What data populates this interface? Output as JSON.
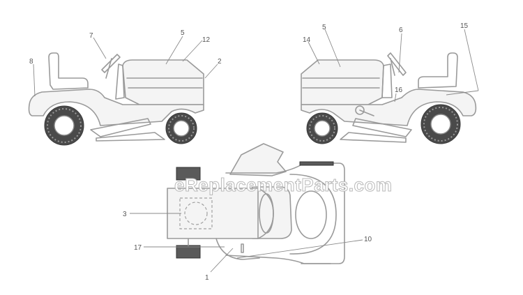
{
  "watermark": "eReplacementParts.com",
  "callouts": {
    "c7": "7",
    "c5_left": "5",
    "c12": "12",
    "c2": "2",
    "c8": "8",
    "c14": "14",
    "c5_right": "5",
    "c6": "6",
    "c15": "15",
    "c16": "16",
    "c3": "3",
    "c17": "17",
    "c1": "1",
    "c10": "10"
  },
  "colors": {
    "line": "#9a9a9a",
    "tire": "#4a4a4a",
    "label": "#555555"
  }
}
